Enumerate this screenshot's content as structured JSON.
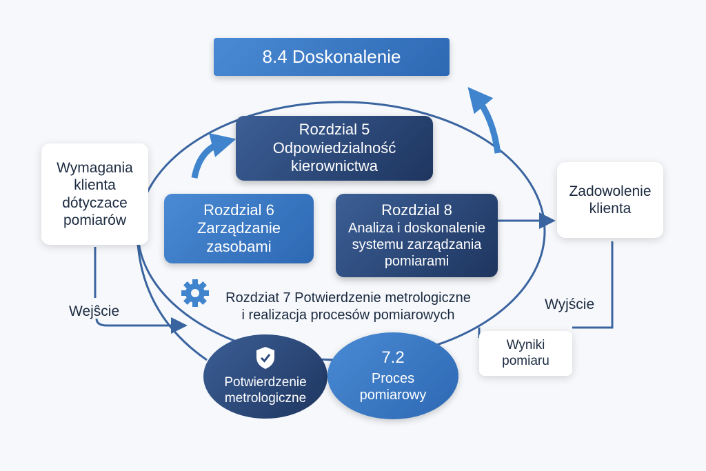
{
  "top_box": "8.4 Doskonalenie",
  "r5": {
    "line1": "Rozdzial 5",
    "line2": "Odpowiedzialność",
    "line3": "kierownictwa"
  },
  "r6": {
    "line1": "Rozdzial 6",
    "line2": "Zarządzanie",
    "line3": "zasobami"
  },
  "r8": {
    "line1": "Rozdzial 8",
    "line2": "Analiza i doskonalenie",
    "line3": "systemu zarządzania",
    "line4": "pomiarami"
  },
  "r7": {
    "line1": "Rozdziat 7 Potwierdzenie metrologiczne",
    "line2": "i realizacja procesów pomiarowych"
  },
  "input_box": {
    "line1": "Wymagania",
    "line2": "klienta",
    "line3": "dótyczace",
    "line4": "pomiarów"
  },
  "input_label": "Wejŝcie",
  "output_box": {
    "line1": "Zadowolenie",
    "line2": "klienta"
  },
  "output_label": "Wyjście",
  "results_box": {
    "line1": "Wyniki",
    "line2": "pomiaru"
  },
  "ellipse_left": {
    "line1": "Potwierdzenie",
    "line2": "metrologiczne"
  },
  "ellipse_right": {
    "line1": "7.2",
    "line2": "Proces",
    "line3": "pomiarowy"
  },
  "colors": {
    "navy": "#1e355f",
    "blue": "#2d68b3",
    "line": "#3a64a0"
  }
}
